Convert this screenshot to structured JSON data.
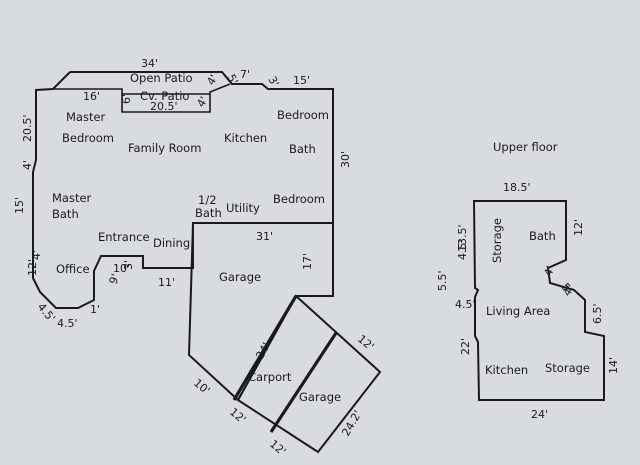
{
  "main_floor": {
    "rooms": {
      "open_patio": "Open Patio",
      "cv_patio": "Cv. Patio",
      "master_bedroom_1": "Master",
      "master_bedroom_2": "Bedroom",
      "family_room": "Family Room",
      "kitchen": "Kitchen",
      "bedroom_top": "Bedroom",
      "bath": "Bath",
      "master_bath_1": "Master",
      "master_bath_2": "Bath",
      "half_bath_1": "1/2",
      "half_bath_2": "Bath",
      "utility": "Utility",
      "bedroom_bottom": "Bedroom",
      "entrance": "Entrance",
      "dining": "Dining",
      "office": "Office",
      "garage": "Garage",
      "carport": "Carport",
      "garage_2": "Garage"
    },
    "dimensions": {
      "top_34": "34'",
      "d16": "16'",
      "d6": "6'",
      "d20_5_patio": "20.5'",
      "d4_patio": "4'",
      "d4_a": "4'",
      "d5": "5'",
      "d7": "7'",
      "d3": "3'",
      "d15_top": "15'",
      "d20_5_left": "20.5'",
      "d4_left": "4'",
      "d15_left": "15'",
      "d30": "30'",
      "d4_office": "4'",
      "d12_office": "12'",
      "d4_5_diag": "4.5'",
      "d4_5_bottom": "4.5'",
      "d1": "1'",
      "d9": "9'",
      "d10": "10'",
      "d3_small": "3'",
      "d11": "11'",
      "d31": "31'",
      "d17": "17'",
      "d24_carport": "24'",
      "d10_carport": "10'",
      "d12_carport": "12'",
      "d12_garage_bottom": "12'",
      "d12_garage_right": "12'",
      "d24_2": "24.2'"
    }
  },
  "upper_floor": {
    "title": "Upper floor",
    "rooms": {
      "storage_left": "Storage",
      "bath": "Bath",
      "living_area": "Living Area",
      "kitchen": "Kitchen",
      "storage_right": "Storage"
    },
    "dimensions": {
      "d18_5": "18.5'",
      "d13_5": "13.5'",
      "d4_5_a": "4.5'",
      "d5_5": "5.5'",
      "d4_5_b": "4.5'",
      "d12": "12'",
      "d4_a": "4'",
      "d5": "5'",
      "d4_b": "4'",
      "d6_5": "6.5'",
      "d22": "22'",
      "d14": "14'",
      "d24": "24'"
    }
  }
}
